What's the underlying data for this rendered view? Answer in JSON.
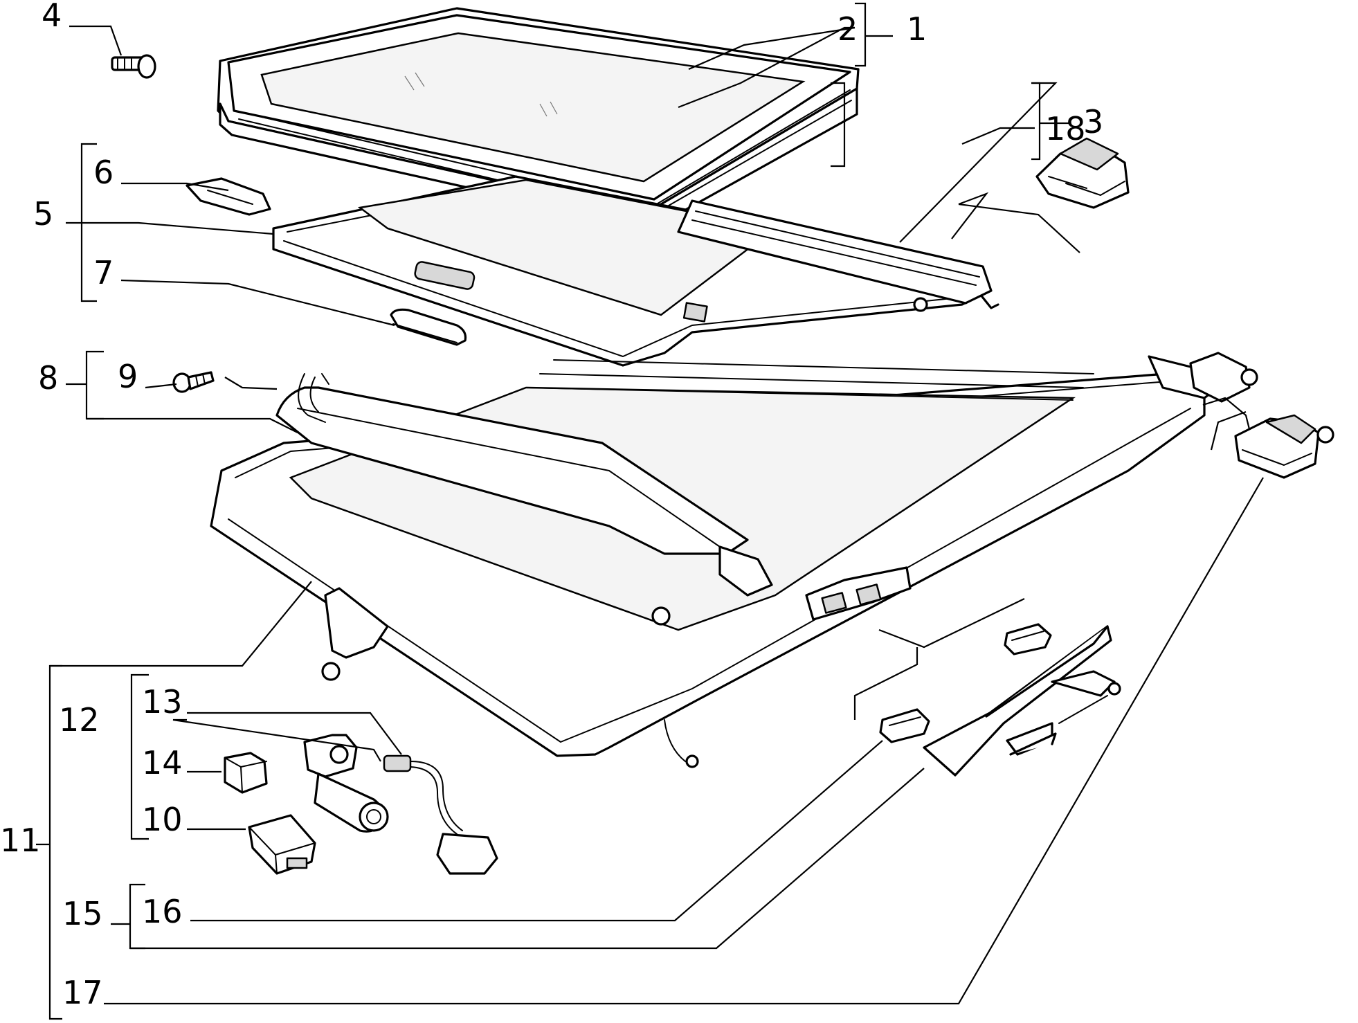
{
  "diagram": {
    "callouts": [
      {
        "id": "4",
        "label": "4"
      },
      {
        "id": "2",
        "label": "2"
      },
      {
        "id": "1",
        "label": "1"
      },
      {
        "id": "18",
        "label": "18"
      },
      {
        "id": "3",
        "label": "3"
      },
      {
        "id": "6",
        "label": "6"
      },
      {
        "id": "5",
        "label": "5"
      },
      {
        "id": "7",
        "label": "7"
      },
      {
        "id": "8",
        "label": "8"
      },
      {
        "id": "9",
        "label": "9"
      },
      {
        "id": "13",
        "label": "13"
      },
      {
        "id": "12",
        "label": "12"
      },
      {
        "id": "14",
        "label": "14"
      },
      {
        "id": "10",
        "label": "10"
      },
      {
        "id": "11",
        "label": "11"
      },
      {
        "id": "16",
        "label": "16"
      },
      {
        "id": "15",
        "label": "15"
      },
      {
        "id": "17",
        "label": "17"
      }
    ]
  }
}
